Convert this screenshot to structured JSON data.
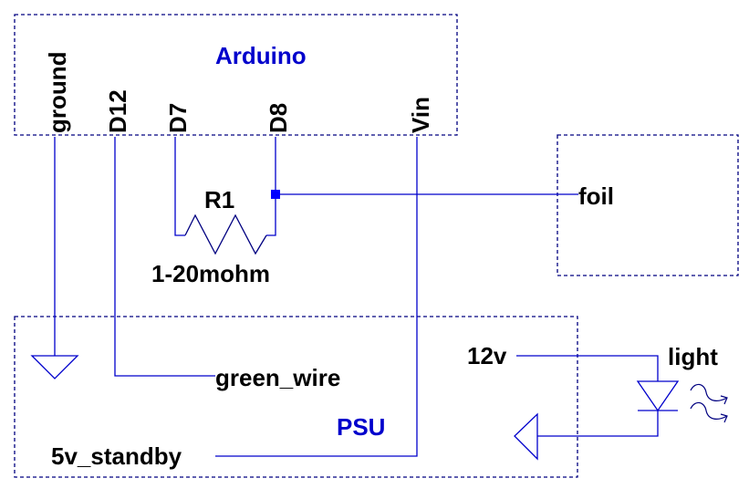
{
  "colors": {
    "wire": "#0000CC",
    "block_border": "#000080",
    "block_title": "#0000CC",
    "label": "#000000",
    "junction": "#0000FF"
  },
  "blocks": {
    "arduino": {
      "title": "Arduino",
      "pins": [
        "ground",
        "D12",
        "D7",
        "D8",
        "Vin"
      ]
    },
    "foil": {
      "label": "foil"
    },
    "psu": {
      "title": "PSU",
      "labels": [
        "green_wire",
        "5v_standby",
        "12v"
      ]
    }
  },
  "components": {
    "resistor": {
      "name": "R1",
      "value": "1-20mohm"
    },
    "led": {
      "name": "light"
    }
  },
  "symbols": [
    "ground-symbol-left",
    "ground-symbol-right",
    "led-symbol",
    "light-emission-arrows",
    "junction-dot"
  ]
}
